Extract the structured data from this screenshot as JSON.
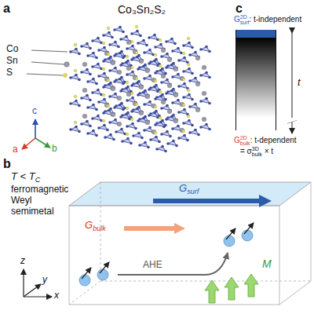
{
  "diagram": {
    "labels": [
      "a",
      "Co₃Sn₂S₂",
      "Co",
      "Sn",
      "S",
      "a",
      "b",
      "c",
      "b",
      "T < T",
      "C",
      "ferromagnetic Weyl semimetal",
      "G",
      "surf",
      "G",
      "bulk",
      "AHE",
      "M",
      "z",
      "y",
      "x",
      "c",
      "G",
      "surf",
      "2D",
      ": t-independent",
      "G",
      "bulk",
      "2D",
      ": t-dependent",
      "= σ",
      "bulk",
      "3D",
      "× t",
      "t"
    ]
  }
}
